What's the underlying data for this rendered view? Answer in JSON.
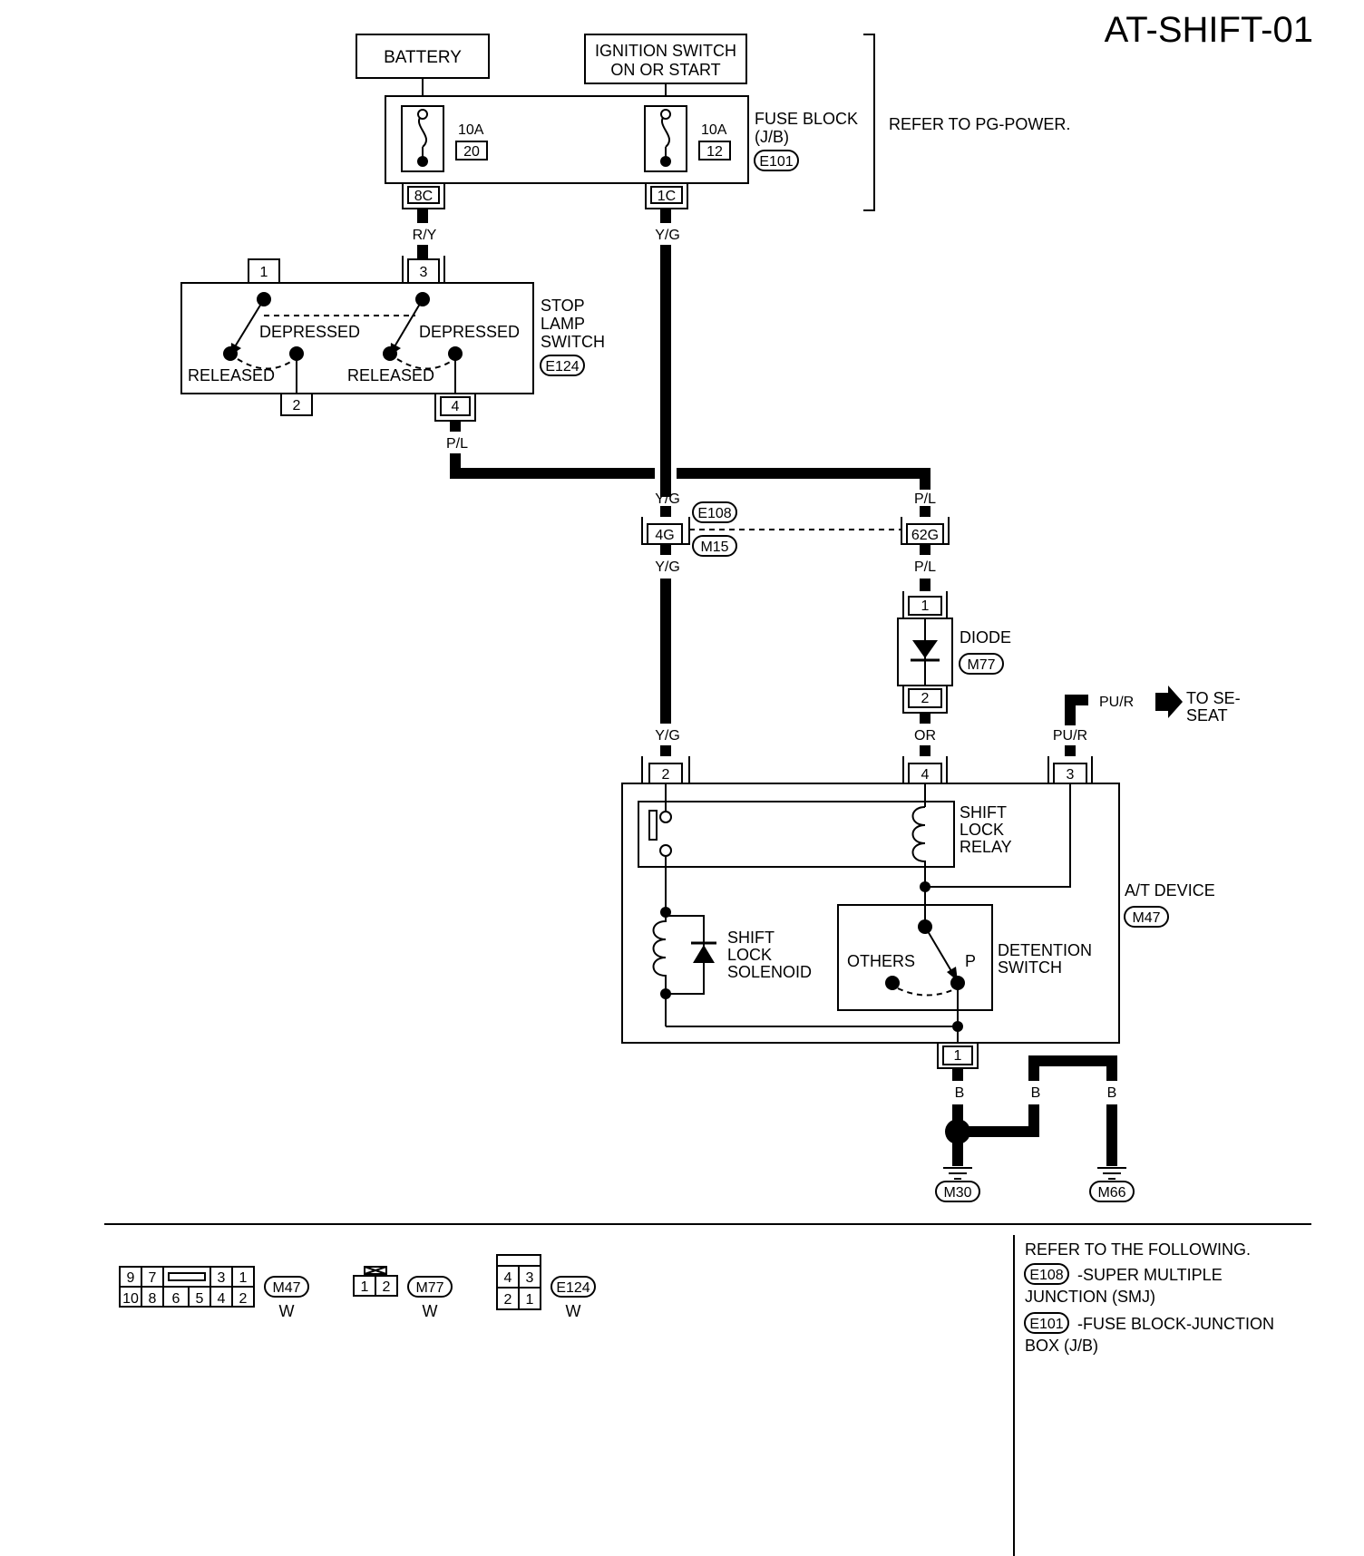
{
  "diagram_code": "AT-SHIFT-01",
  "power": {
    "battery": "BATTERY",
    "ignition_line1": "IGNITION SWITCH",
    "ignition_line2": "ON OR START"
  },
  "fuse_block": {
    "label_line1": "FUSE BLOCK",
    "label_line2": "(J/B)",
    "connector": "E101",
    "refer": "REFER TO PG-POWER.",
    "fuse_left_amp": "10A",
    "fuse_left_no": "20",
    "fuse_right_amp": "10A",
    "fuse_right_no": "12",
    "term_left": "8C",
    "term_right": "1C"
  },
  "wires": {
    "ry": "R/Y",
    "yg": "Y/G",
    "pl": "P/L",
    "or": "OR",
    "pur": "PU/R",
    "b": "B"
  },
  "stop_lamp_switch": {
    "line1": "STOP",
    "line2": "LAMP",
    "line3": "SWITCH",
    "connector": "E124",
    "depressed": "DEPRESSED",
    "released": "RELEASED",
    "pins": [
      "1",
      "3",
      "2",
      "4"
    ]
  },
  "smj": {
    "conn_e": "E108",
    "conn_m": "M15",
    "term_left": "4G",
    "term_right": "62G"
  },
  "diode": {
    "label": "DIODE",
    "connector": "M77",
    "pin_in": "1",
    "pin_out": "2"
  },
  "to_seat": {
    "line1": "TO SE-",
    "line2": "SEAT"
  },
  "at_device": {
    "label": "A/T DEVICE",
    "connector": "M47",
    "relay_line1": "SHIFT",
    "relay_line2": "LOCK",
    "relay_line3": "RELAY",
    "sol_line1": "SHIFT",
    "sol_line2": "LOCK",
    "sol_line3": "SOLENOID",
    "others": "OTHERS",
    "p": "P",
    "det_line1": "DETENTION",
    "det_line2": "SWITCH",
    "pins": [
      "2",
      "4",
      "3",
      "1"
    ]
  },
  "grounds": {
    "g1": "M30",
    "g2": "M66"
  },
  "connector_views": {
    "m47_top": [
      "9",
      "7",
      "3",
      "1"
    ],
    "m47_bottom": [
      "10",
      "8",
      "6",
      "5",
      "4",
      "2"
    ],
    "m47_name": "M47",
    "m47_color": "W",
    "m77_pins": [
      "1",
      "2"
    ],
    "m77_name": "M77",
    "m77_color": "W",
    "e124_top": [
      "4",
      "3"
    ],
    "e124_bottom": [
      "2",
      "1"
    ],
    "e124_name": "E124",
    "e124_color": "W"
  },
  "references": {
    "heading": "REFER TO THE FOLLOWING.",
    "r1_conn": "E108",
    "r1_line1": "-SUPER MULTIPLE",
    "r1_line2": "JUNCTION (SMJ)",
    "r2_conn": "E101",
    "r2_line1": "-FUSE BLOCK-JUNCTION",
    "r2_line2": "BOX (J/B)"
  }
}
